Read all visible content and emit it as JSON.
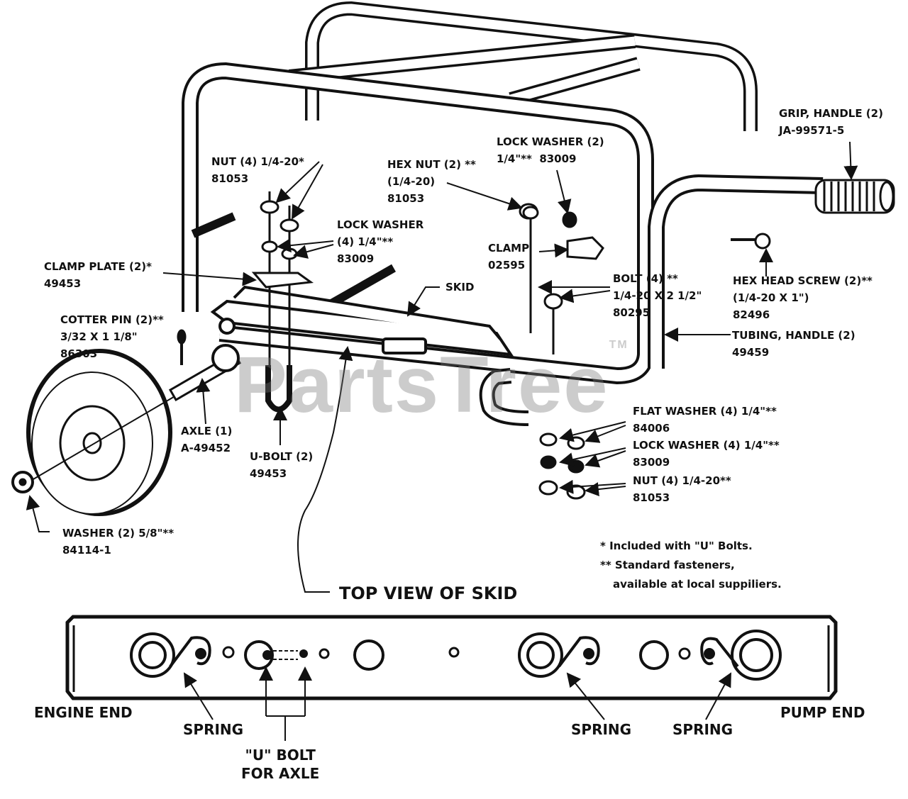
{
  "watermark": "PartsTree",
  "watermark_tm": "TM",
  "callouts": {
    "nut_top": {
      "line1": "NUT (4) 1/4-20*",
      "line2": "81053"
    },
    "hex_nut": {
      "line1": "HEX NUT (2) **",
      "line2": "(1/4-20)",
      "line3": "81053"
    },
    "lock_washer_top": {
      "line1": "LOCK WASHER (2)",
      "line2": "1/4\"**",
      "line3": "83009"
    },
    "grip_handle": {
      "line1": "GRIP, HANDLE (2)",
      "line2": "JA-99571-5"
    },
    "lock_washer_left": {
      "line1": "LOCK WASHER",
      "line2": "(4) 1/4\"**",
      "line3": "83009"
    },
    "clamp": {
      "line1": "CLAMP",
      "line2": "02595"
    },
    "clamp_plate": {
      "line1": "CLAMP PLATE (2)*",
      "line2": "49453"
    },
    "skid": {
      "line1": "SKID"
    },
    "bolt": {
      "line1": "BOLT (4) **",
      "line2": "1/4-20 X 2 1/2\"",
      "line3": "80295"
    },
    "hex_head_screw": {
      "line1": "HEX HEAD SCREW (2)**",
      "line2": "(1/4-20 X 1\")",
      "line3": "82496"
    },
    "cotter_pin": {
      "line1": "COTTER PIN (2)**",
      "line2": "3/32 X 1 1/8\"",
      "line3": "86303"
    },
    "tubing_handle": {
      "line1": "TUBING, HANDLE (2)",
      "line2": "49459"
    },
    "flat_washer": {
      "line1": "FLAT WASHER (4) 1/4\"**",
      "line2": "84006"
    },
    "lock_washer_bottom": {
      "line1": "LOCK WASHER (4)  1/4\"**",
      "line2": "83009"
    },
    "nut_bottom": {
      "line1": "NUT (4) 1/4-20**",
      "line2": "81053"
    },
    "axle": {
      "line1": "AXLE (1)",
      "line2": "A-49452"
    },
    "u_bolt": {
      "line1": "U-BOLT (2)",
      "line2": "49453"
    },
    "washer": {
      "line1": "WASHER (2) 5/8\"**",
      "line2": "84114-1"
    }
  },
  "notes": {
    "line1": "* Included with \"U\" Bolts.",
    "line2": "** Standard fasteners,",
    "line3": "available at local suppiliers."
  },
  "top_view": {
    "title": "TOP  VIEW  OF  SKID",
    "engine_end": "ENGINE END",
    "pump_end": "PUMP END",
    "spring_1": "SPRING",
    "spring_2": "SPRING",
    "spring_3": "SPRING",
    "u_bolt_line1": "\"U\" BOLT",
    "u_bolt_line2": "FOR AXLE"
  }
}
